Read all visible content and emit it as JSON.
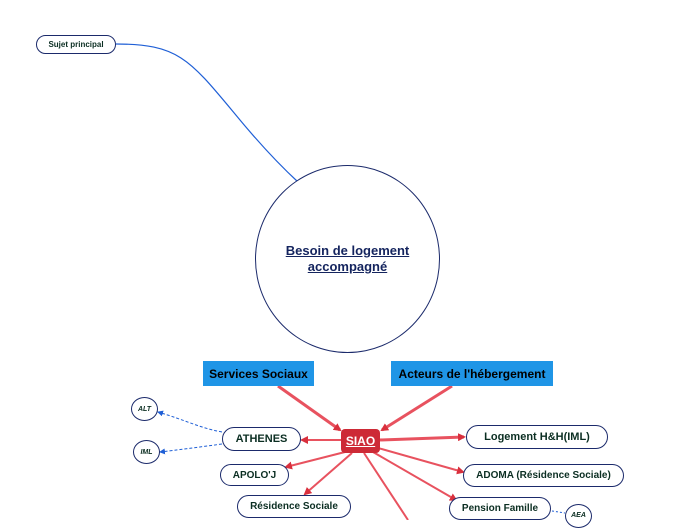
{
  "colors": {
    "link_blue": "#1f5fd6",
    "arrow_red": "#e8525f",
    "siao_red": "#cd2a36",
    "box_blue": "#1f95e6",
    "node_border": "#1b2a6b"
  },
  "nodes": {
    "sujet_principal": "Sujet principal",
    "central_topic": "Besoin de logement  accompagné",
    "services_sociaux": "Services Sociaux",
    "acteurs_hebergement": "Acteurs de l'hébergement",
    "siao": "SIAO",
    "athenes": "ATHENES",
    "apoloj": "APOLO'J",
    "residence_sociale": "Résidence Sociale",
    "logement_hh": "Logement H&H(IML)",
    "adoma": "ADOMA (Résidence Sociale)",
    "pension_famille": "Pension Famille",
    "alt": "ALT",
    "iml": "IML",
    "aea": "AEA"
  }
}
